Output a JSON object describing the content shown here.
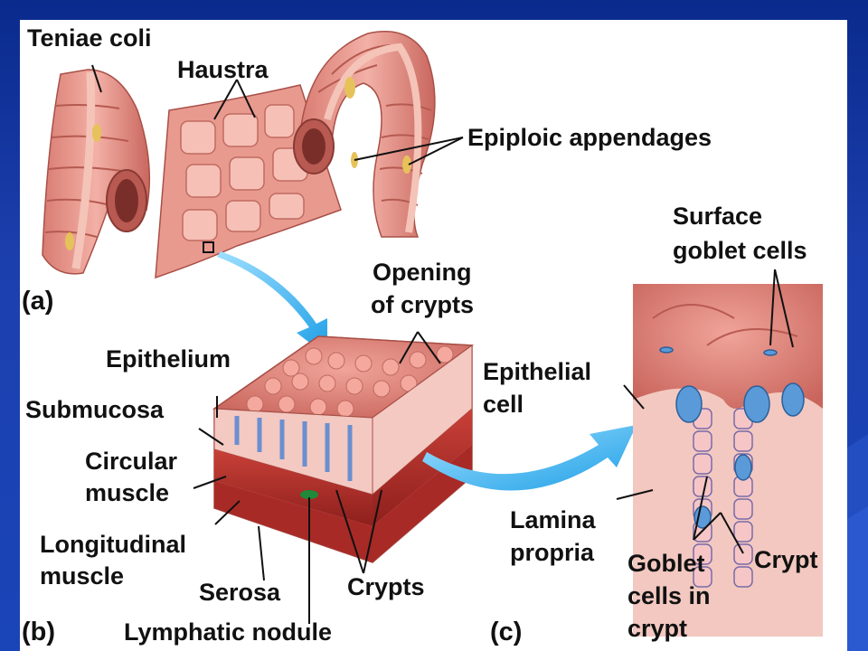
{
  "panels": {
    "a": "(a)",
    "b": "(b)",
    "c": "(c)"
  },
  "labels": {
    "teniae_coli": "Teniae coli",
    "haustra": "Haustra",
    "epiploic_appendages": "Epiploic appendages",
    "surface_goblet_cells": [
      "Surface",
      "goblet cells"
    ],
    "opening_of_crypts": [
      "Opening",
      "of crypts"
    ],
    "epithelium": "Epithelium",
    "submucosa": "Submucosa",
    "circular_muscle": [
      "Circular",
      "muscle"
    ],
    "longitudinal_muscle": [
      "Longitudinal",
      "muscle"
    ],
    "serosa": "Serosa",
    "lymphatic_nodule": "Lymphatic nodule",
    "crypts": "Crypts",
    "epithelial_cell": [
      "Epithelial",
      "cell"
    ],
    "lamina_propria": [
      "Lamina",
      "propria"
    ],
    "goblet_cells_in_crypt": [
      "Goblet",
      "cells in",
      "crypt"
    ],
    "crypt": "Crypt"
  },
  "colors": {
    "slide_background": "#1a45b8",
    "tissue": "#e8958a",
    "tissue_dark": "#c86a60",
    "muscle": "#b8342e",
    "arrow": "#3bb8f0",
    "goblet": "#5a9ad8"
  }
}
